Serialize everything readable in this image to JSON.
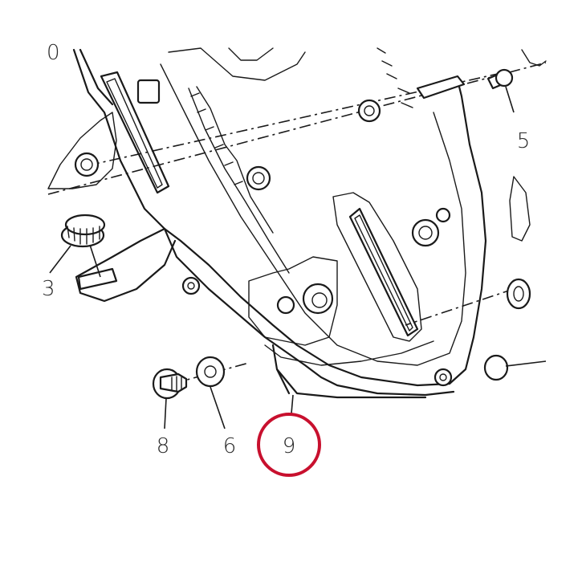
{
  "diagram": {
    "callouts": {
      "part_5": "5",
      "part_6": "6",
      "part_8": "8",
      "part_9": "9",
      "part_left_top": "0",
      "part_left_mid": "3"
    },
    "highlighted_part": "9",
    "colors": {
      "line": "#1a1a1a",
      "highlight": "#c8102e",
      "background": "#ffffff"
    }
  }
}
